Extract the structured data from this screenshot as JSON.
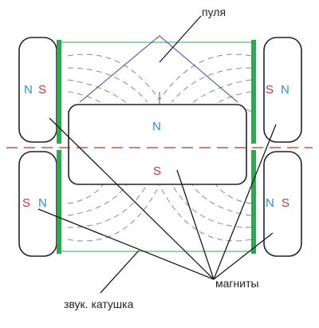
{
  "labels": {
    "bullet": "пуля",
    "magnets": "магниты",
    "voice_coil": "звук. катушка"
  },
  "poles": {
    "top_left": [
      "N",
      "S"
    ],
    "top_right": [
      "S",
      "N"
    ],
    "bottom_left": [
      "S",
      "N"
    ],
    "bottom_right": [
      "N",
      "S"
    ],
    "center_top": "N",
    "center_bottom": "S"
  },
  "colors": {
    "north": "#2a8fd0",
    "south": "#c8323c",
    "plate": "#2fa84f",
    "axis": "#b0303a",
    "bullet": "#4a56a8",
    "coil": "#2fa84f"
  }
}
